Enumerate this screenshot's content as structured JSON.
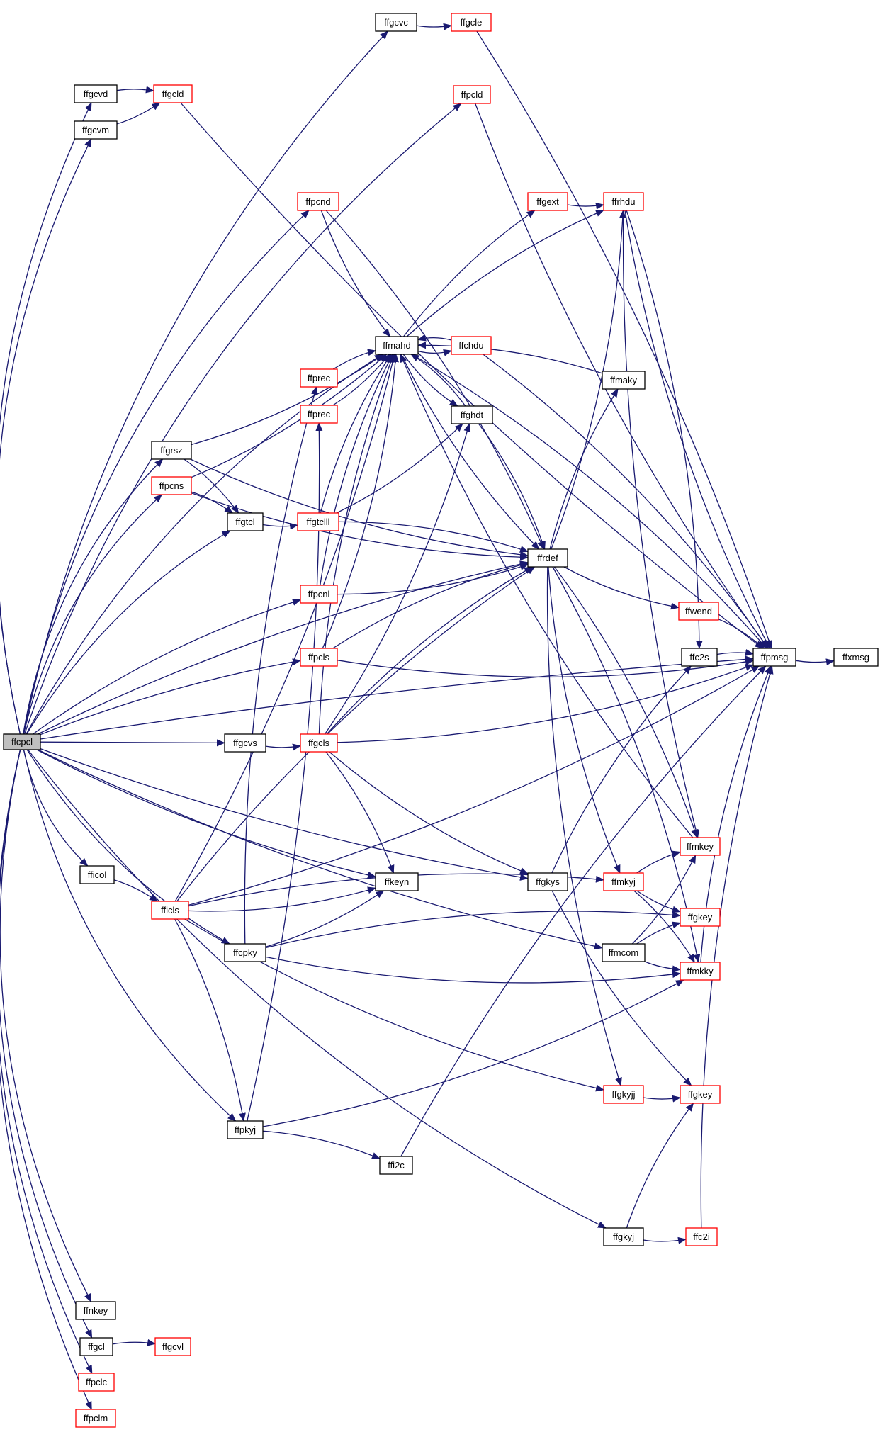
{
  "colors": {
    "edge": "#191970",
    "node_border_linked": "#000000",
    "node_border_unlinked": "#ff0000",
    "root_fill": "#bfbfbf",
    "node_fill": "#ffffff"
  },
  "nodes": [
    {
      "id": "ffcpcl",
      "label": "ffcpcl",
      "kind": "root"
    },
    {
      "id": "ffgcvc",
      "label": "ffgcvc",
      "kind": "normal"
    },
    {
      "id": "ffgcle",
      "label": "ffgcle",
      "kind": "red"
    },
    {
      "id": "ffgcvd",
      "label": "ffgcvd",
      "kind": "normal"
    },
    {
      "id": "ffgcld",
      "label": "ffgcld",
      "kind": "red"
    },
    {
      "id": "ffgcvm",
      "label": "ffgcvm",
      "kind": "normal"
    },
    {
      "id": "ffpcld",
      "label": "ffpcld",
      "kind": "red"
    },
    {
      "id": "ffpcnd",
      "label": "ffpcnd",
      "kind": "red"
    },
    {
      "id": "ffgext",
      "label": "ffgext",
      "kind": "red"
    },
    {
      "id": "ffrhdu",
      "label": "ffrhdu",
      "kind": "red"
    },
    {
      "id": "ffmahd",
      "label": "ffmahd",
      "kind": "normal"
    },
    {
      "id": "ffchdu",
      "label": "ffchdu",
      "kind": "red"
    },
    {
      "id": "ffprec1",
      "label": "ffprec",
      "kind": "red"
    },
    {
      "id": "ffprec2",
      "label": "ffprec",
      "kind": "red"
    },
    {
      "id": "ffmaky",
      "label": "ffmaky",
      "kind": "normal"
    },
    {
      "id": "ffghdt",
      "label": "ffghdt",
      "kind": "normal"
    },
    {
      "id": "ffgrsz",
      "label": "ffgrsz",
      "kind": "normal"
    },
    {
      "id": "ffpcns",
      "label": "ffpcns",
      "kind": "red"
    },
    {
      "id": "ffgtcl",
      "label": "ffgtcl",
      "kind": "normal"
    },
    {
      "id": "ffgtclll",
      "label": "ffgtclll",
      "kind": "red"
    },
    {
      "id": "ffrdef",
      "label": "ffrdef",
      "kind": "normal"
    },
    {
      "id": "ffpcnl",
      "label": "ffpcnl",
      "kind": "red"
    },
    {
      "id": "ffwend",
      "label": "ffwend",
      "kind": "red"
    },
    {
      "id": "ffpcls",
      "label": "ffpcls",
      "kind": "red"
    },
    {
      "id": "ffc2s",
      "label": "ffc2s",
      "kind": "normal"
    },
    {
      "id": "ffpmsg",
      "label": "ffpmsg",
      "kind": "normal"
    },
    {
      "id": "ffxmsg",
      "label": "ffxmsg",
      "kind": "normal"
    },
    {
      "id": "ffgcvs",
      "label": "ffgcvs",
      "kind": "normal"
    },
    {
      "id": "ffgcls",
      "label": "ffgcls",
      "kind": "red"
    },
    {
      "id": "ffmkey",
      "label": "ffmkey",
      "kind": "red"
    },
    {
      "id": "fficol",
      "label": "fficol",
      "kind": "normal"
    },
    {
      "id": "fficls",
      "label": "fficls",
      "kind": "red"
    },
    {
      "id": "ffkeyn",
      "label": "ffkeyn",
      "kind": "normal"
    },
    {
      "id": "ffgkys",
      "label": "ffgkys",
      "kind": "normal"
    },
    {
      "id": "ffmkyj",
      "label": "ffmkyj",
      "kind": "red"
    },
    {
      "id": "ffgkey1",
      "label": "ffgkey",
      "kind": "red"
    },
    {
      "id": "ffcpky",
      "label": "ffcpky",
      "kind": "normal"
    },
    {
      "id": "ffmcom",
      "label": "ffmcom",
      "kind": "normal"
    },
    {
      "id": "ffmkky",
      "label": "ffmkky",
      "kind": "red"
    },
    {
      "id": "ffgkyjj",
      "label": "ffgkyjj",
      "kind": "red"
    },
    {
      "id": "ffgkey2",
      "label": "ffgkey",
      "kind": "red"
    },
    {
      "id": "ffpkyj",
      "label": "ffpkyj",
      "kind": "normal"
    },
    {
      "id": "ffi2c",
      "label": "ffi2c",
      "kind": "normal"
    },
    {
      "id": "ffgkyj",
      "label": "ffgkyj",
      "kind": "normal"
    },
    {
      "id": "ffc2i",
      "label": "ffc2i",
      "kind": "red"
    },
    {
      "id": "ffnkey",
      "label": "ffnkey",
      "kind": "normal"
    },
    {
      "id": "ffgcl",
      "label": "ffgcl",
      "kind": "normal"
    },
    {
      "id": "ffgcvl",
      "label": "ffgcvl",
      "kind": "red"
    },
    {
      "id": "ffpclc",
      "label": "ffpclc",
      "kind": "red"
    },
    {
      "id": "ffpclm",
      "label": "ffpclm",
      "kind": "red"
    }
  ],
  "edges": [
    {
      "from": "ffcpcl",
      "to": "ffgcvc"
    },
    {
      "from": "ffgcvc",
      "to": "ffgcle"
    },
    {
      "from": "ffgcle",
      "to": "ffpmsg"
    },
    {
      "from": "ffcpcl",
      "to": "ffgcvd"
    },
    {
      "from": "ffgcvd",
      "to": "ffgcld"
    },
    {
      "from": "ffgcld",
      "to": "ffpmsg"
    },
    {
      "from": "ffcpcl",
      "to": "ffgcvm"
    },
    {
      "from": "ffgcvm",
      "to": "ffgcld"
    },
    {
      "from": "ffcpcl",
      "to": "ffpcld"
    },
    {
      "from": "ffpcld",
      "to": "ffpmsg"
    },
    {
      "from": "ffcpcl",
      "to": "ffpcnd"
    },
    {
      "from": "ffpcnd",
      "to": "ffmahd"
    },
    {
      "from": "ffpcnd",
      "to": "ffrdef"
    },
    {
      "from": "ffcpcl",
      "to": "ffmahd"
    },
    {
      "from": "ffmahd",
      "to": "ffgext"
    },
    {
      "from": "ffgext",
      "to": "ffrhdu"
    },
    {
      "from": "ffmahd",
      "to": "ffrhdu"
    },
    {
      "from": "ffmahd",
      "to": "ffchdu"
    },
    {
      "from": "ffchdu",
      "to": "ffmahd"
    },
    {
      "from": "ffmahd",
      "to": "ffghdt"
    },
    {
      "from": "ffghdt",
      "to": "ffmahd"
    },
    {
      "from": "ffmahd",
      "to": "ffrdef"
    },
    {
      "from": "ffmahd",
      "to": "ffpmsg"
    },
    {
      "from": "ffrhdu",
      "to": "ffpmsg"
    },
    {
      "from": "ffrhdu",
      "to": "ffc2s"
    },
    {
      "from": "ffrhdu",
      "to": "ffmkey"
    },
    {
      "from": "ffchdu",
      "to": "ffpmsg"
    },
    {
      "from": "ffmaky",
      "to": "ffmahd"
    },
    {
      "from": "ffprec1",
      "to": "ffmahd"
    },
    {
      "from": "ffprec2",
      "to": "ffmahd"
    },
    {
      "from": "ffcpcl",
      "to": "ffgrsz"
    },
    {
      "from": "ffgrsz",
      "to": "ffmahd"
    },
    {
      "from": "ffgrsz",
      "to": "ffgtcl"
    },
    {
      "from": "ffgrsz",
      "to": "ffrdef"
    },
    {
      "from": "ffcpcl",
      "to": "ffpcns"
    },
    {
      "from": "ffpcns",
      "to": "ffmahd"
    },
    {
      "from": "ffpcns",
      "to": "ffgtcl"
    },
    {
      "from": "ffpcns",
      "to": "ffrdef"
    },
    {
      "from": "ffcpcl",
      "to": "ffgtcl"
    },
    {
      "from": "ffgtcl",
      "to": "ffgtclll"
    },
    {
      "from": "ffgtclll",
      "to": "ffmahd"
    },
    {
      "from": "ffgtclll",
      "to": "ffghdt"
    },
    {
      "from": "ffgtclll",
      "to": "ffrdef"
    },
    {
      "from": "ffcpcl",
      "to": "ffrdef"
    },
    {
      "from": "ffghdt",
      "to": "ffrdef"
    },
    {
      "from": "ffrdef",
      "to": "ffrhdu"
    },
    {
      "from": "ffrdef",
      "to": "ffmaky"
    },
    {
      "from": "ffrdef",
      "to": "ffwend"
    },
    {
      "from": "ffrdef",
      "to": "ffmkey"
    },
    {
      "from": "ffrdef",
      "to": "ffmkyj"
    },
    {
      "from": "ffrdef",
      "to": "ffmkky"
    },
    {
      "from": "ffrdef",
      "to": "ffgkyjj"
    },
    {
      "from": "ffwend",
      "to": "ffpmsg"
    },
    {
      "from": "ffcpcl",
      "to": "ffpcnl"
    },
    {
      "from": "ffpcnl",
      "to": "ffmahd"
    },
    {
      "from": "ffpcnl",
      "to": "ffrdef"
    },
    {
      "from": "ffcpcl",
      "to": "ffpcls"
    },
    {
      "from": "ffpcls",
      "to": "ffmahd"
    },
    {
      "from": "ffpcls",
      "to": "ffrdef"
    },
    {
      "from": "ffpcls",
      "to": "ffpmsg"
    },
    {
      "from": "ffc2s",
      "to": "ffpmsg"
    },
    {
      "from": "ffpmsg",
      "to": "ffxmsg"
    },
    {
      "from": "ffcpcl",
      "to": "ffgcvs"
    },
    {
      "from": "ffgcvs",
      "to": "ffgcls"
    },
    {
      "from": "ffgcls",
      "to": "ffmahd"
    },
    {
      "from": "ffgcls",
      "to": "ffghdt"
    },
    {
      "from": "ffgcls",
      "to": "ffrdef"
    },
    {
      "from": "ffgcls",
      "to": "ffpmsg"
    },
    {
      "from": "ffgcls",
      "to": "ffkeyn"
    },
    {
      "from": "ffgcls",
      "to": "ffgkys"
    },
    {
      "from": "ffmkey",
      "to": "ffmahd"
    },
    {
      "from": "ffcpcl",
      "to": "fficol"
    },
    {
      "from": "fficol",
      "to": "fficls"
    },
    {
      "from": "fficls",
      "to": "ffmahd"
    },
    {
      "from": "fficls",
      "to": "ffrdef"
    },
    {
      "from": "fficls",
      "to": "ffkeyn"
    },
    {
      "from": "fficls",
      "to": "ffmkyj"
    },
    {
      "from": "fficls",
      "to": "ffgkyjj"
    },
    {
      "from": "fficls",
      "to": "ffpkyj"
    },
    {
      "from": "fficls",
      "to": "ffpmsg"
    },
    {
      "from": "ffcpcl",
      "to": "ffkeyn"
    },
    {
      "from": "ffcpcl",
      "to": "ffgkys"
    },
    {
      "from": "ffgkys",
      "to": "ffc2s"
    },
    {
      "from": "ffgkys",
      "to": "ffgkey2"
    },
    {
      "from": "ffmkyj",
      "to": "ffmkey"
    },
    {
      "from": "ffmkyj",
      "to": "ffgkey1"
    },
    {
      "from": "ffmkyj",
      "to": "ffmkky"
    },
    {
      "from": "ffcpcl",
      "to": "ffcpky"
    },
    {
      "from": "ffcpky",
      "to": "ffprec1"
    },
    {
      "from": "ffcpky",
      "to": "ffkeyn"
    },
    {
      "from": "ffcpky",
      "to": "ffgkey1"
    },
    {
      "from": "ffcpky",
      "to": "ffmkky"
    },
    {
      "from": "ffcpcl",
      "to": "ffmcom"
    },
    {
      "from": "ffmcom",
      "to": "ffmkey"
    },
    {
      "from": "ffmcom",
      "to": "ffgkey1"
    },
    {
      "from": "ffmcom",
      "to": "ffmkky"
    },
    {
      "from": "ffmkky",
      "to": "ffpmsg"
    },
    {
      "from": "ffgkyjj",
      "to": "ffgkey2"
    },
    {
      "from": "ffcpcl",
      "to": "ffpkyj"
    },
    {
      "from": "ffpkyj",
      "to": "ffprec2"
    },
    {
      "from": "ffpkyj",
      "to": "ffi2c"
    },
    {
      "from": "ffpkyj",
      "to": "ffmkky"
    },
    {
      "from": "ffi2c",
      "to": "ffpmsg"
    },
    {
      "from": "ffcpcl",
      "to": "ffgkyj"
    },
    {
      "from": "ffgkyj",
      "to": "ffgkey2"
    },
    {
      "from": "ffgkyj",
      "to": "ffc2i"
    },
    {
      "from": "ffc2i",
      "to": "ffpmsg"
    },
    {
      "from": "ffcpcl",
      "to": "ffpmsg"
    },
    {
      "from": "ffcpcl",
      "to": "ffnkey"
    },
    {
      "from": "ffcpcl",
      "to": "ffgcl"
    },
    {
      "from": "ffgcl",
      "to": "ffgcvl"
    },
    {
      "from": "ffcpcl",
      "to": "ffpclc"
    },
    {
      "from": "ffcpcl",
      "to": "ffpclm"
    }
  ]
}
